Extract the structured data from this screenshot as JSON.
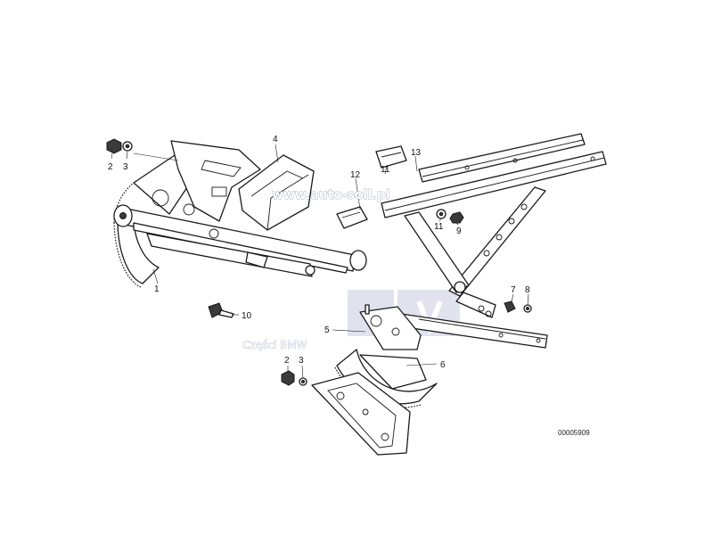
{
  "diagram": {
    "callouts": [
      {
        "id": "c1",
        "text": "1"
      },
      {
        "id": "c2a",
        "text": "2"
      },
      {
        "id": "c3a",
        "text": "3"
      },
      {
        "id": "c4",
        "text": "4"
      },
      {
        "id": "c5",
        "text": "5"
      },
      {
        "id": "c6",
        "text": "6"
      },
      {
        "id": "c7",
        "text": "7"
      },
      {
        "id": "c8",
        "text": "8"
      },
      {
        "id": "c9",
        "text": "9"
      },
      {
        "id": "c10",
        "text": "10"
      },
      {
        "id": "c11a",
        "text": "11"
      },
      {
        "id": "c11b",
        "text": "11"
      },
      {
        "id": "c12",
        "text": "12"
      },
      {
        "id": "c13",
        "text": "13"
      },
      {
        "id": "c2b",
        "text": "2"
      },
      {
        "id": "c3b",
        "text": "3"
      }
    ],
    "drawing_number": "00005909"
  },
  "watermark": {
    "url": "www.auto-soll.pl",
    "caption": "Części BMW",
    "color": "#b8c0d6"
  }
}
